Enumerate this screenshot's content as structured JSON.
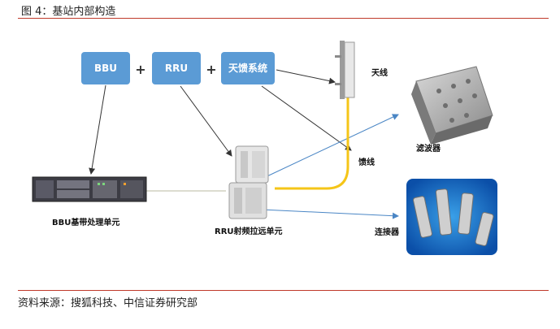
{
  "figure": {
    "title": "图 4：基站内部构造",
    "source": "资料来源：搜狐科技、中信证券研究部"
  },
  "diagram": {
    "boxes": {
      "bbu": "BBU",
      "rru": "RRU",
      "feeder_system": "天馈系统"
    },
    "plus": "+",
    "labels": {
      "antenna": "天线",
      "filter": "滤波器",
      "feeder": "馈线",
      "connector": "连接器",
      "bbu_unit": "BBU基带处理单元",
      "rru_unit": "RRU射频拉远单元"
    },
    "colors": {
      "box_fill": "#5b9bd5",
      "feeder_cable": "#f5c518",
      "black_arrow": "#333333",
      "blue_arrow": "#4a86c5",
      "rule": "#c0392b"
    }
  }
}
